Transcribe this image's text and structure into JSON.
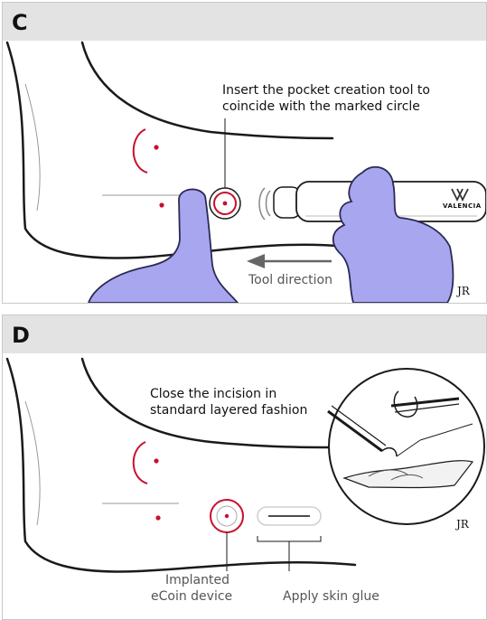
{
  "panels": {
    "c": {
      "letter": "C",
      "instruction_line1": "Insert the pocket creation tool to",
      "instruction_line2": "coincide with the marked circle",
      "tool_direction": "Tool direction",
      "brand": "VALENCIA",
      "signature": "JR"
    },
    "d": {
      "letter": "D",
      "instruction_line1": "Close the incision in",
      "instruction_line2": "standard layered fashion",
      "device_line1": "Implanted",
      "device_line2": "eCoin device",
      "glue_label": "Apply skin glue",
      "signature": "JR"
    }
  },
  "colors": {
    "header_bg": "#e3e3e3",
    "mark_red": "#c8102e",
    "glove": "#a9a6f0",
    "glove_stroke": "#2a2a55",
    "outline": "#1a1a1a",
    "label_grey": "#555555"
  }
}
